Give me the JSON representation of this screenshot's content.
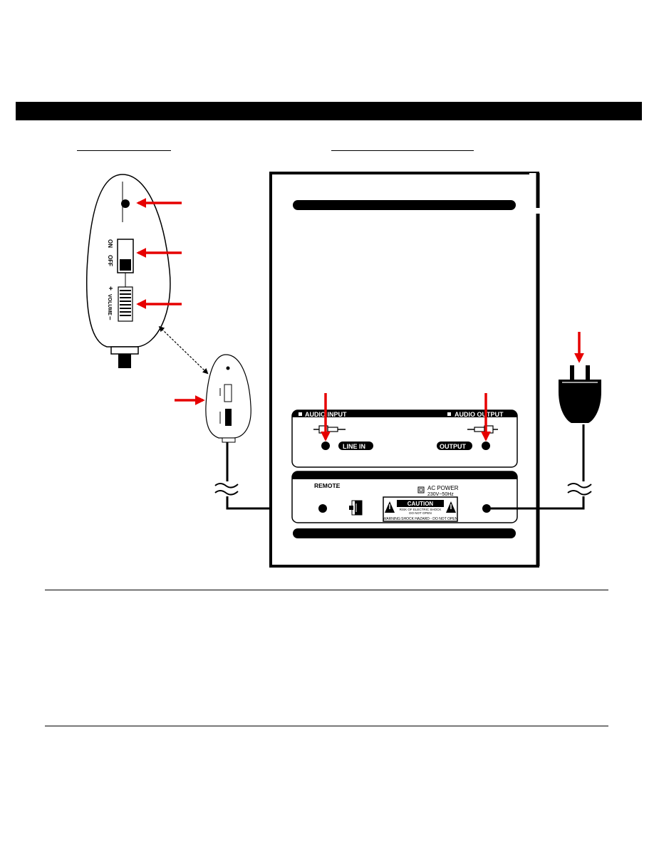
{
  "remote": {
    "switch_on": "ON",
    "switch_off": "OFF",
    "volume_label": "VOLUME",
    "volume_plus": "+",
    "volume_minus": "–"
  },
  "panel": {
    "audio_input": "AUDIO INPUT",
    "audio_output": "AUDIO OUTPUT",
    "line_in": "LINE IN",
    "output": "OUTPUT",
    "remote": "REMOTE",
    "ac_power": "AC POWER",
    "ac_rating": "230V~50Hz",
    "caution": "CAUTION",
    "caution_line1": "RISK OF ELECTRIC SHOCK",
    "caution_line2": "DO NOT OPEN",
    "warning": "WARNING:SHOCK HAZARD - DO NOT OPEN"
  },
  "colors": {
    "arrow": "#e60000",
    "ink": "#000000"
  }
}
